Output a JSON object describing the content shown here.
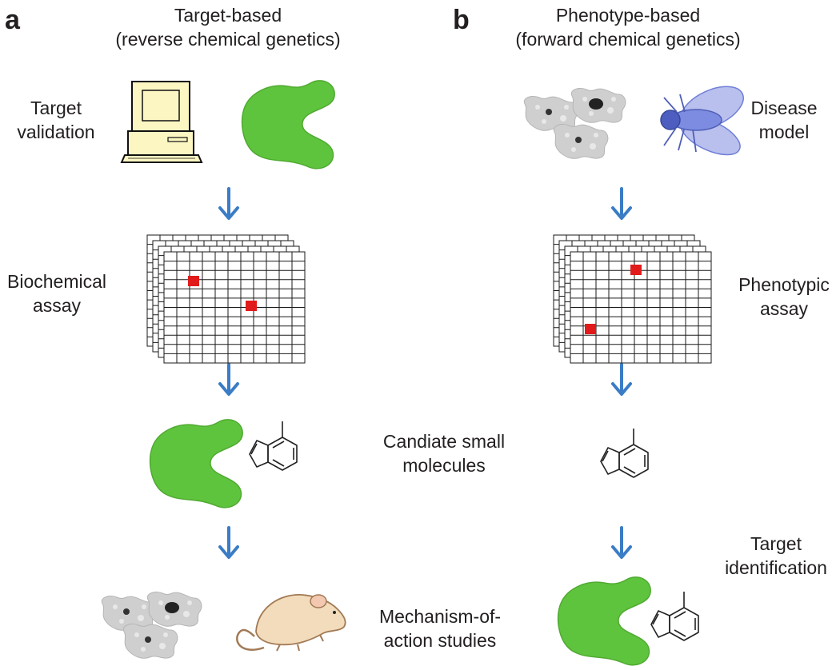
{
  "colors": {
    "arrow": "#3a7cc5",
    "protein": "#5fc43d",
    "hit": "#e11b1b",
    "grid": "#1a1a1a",
    "computer": "#fbf6c2",
    "mouse": "#f2dcbc",
    "fly": "#6f7fd6",
    "cell": "#c9c9c9"
  },
  "panel_a": {
    "letter": "a",
    "title_line1": "Target-based",
    "title_line2": "(reverse chemical genetics)",
    "step1_line1": "Target",
    "step1_line2": "validation",
    "step2_line1": "Biochemical",
    "step2_line2": "assay",
    "step3_line1": "Candiate small",
    "step3_line2": "molecules",
    "step4_line1": "Mechanism-of-",
    "step4_line2": "action studies"
  },
  "panel_b": {
    "letter": "b",
    "title_line1": "Phenotype-based",
    "title_line2": "(forward chemical genetics)",
    "step1_line1": "Disease",
    "step1_line2": "model",
    "step2_line1": "Phenotypic",
    "step2_line2": "assay",
    "step3_line1": "Target",
    "step3_line2": "identification"
  },
  "icons": [
    "computer-icon",
    "protein-icon",
    "cells-icon",
    "fly-icon",
    "plate-icon",
    "molecule-icon",
    "mouse-icon",
    "arrow-down-icon"
  ]
}
